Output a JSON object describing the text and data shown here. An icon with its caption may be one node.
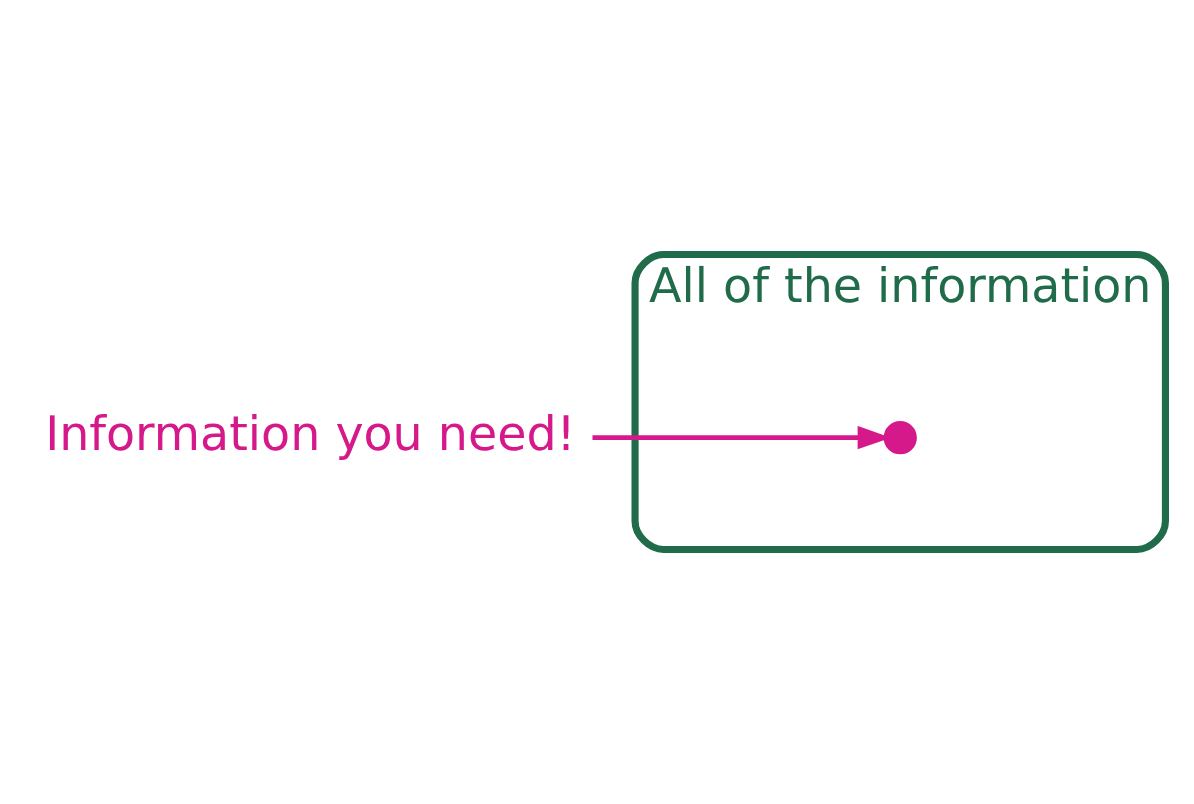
{
  "diagram": {
    "nodes": [
      {
        "text": [
          "All of the information"
        ]
      },
      {
        "text": [],
        "shape": "circle",
        "in": 0
      },
      {
        "text": [
          "Information you need!"
        ]
      }
    ],
    "edges": [
      {
        "from": 2,
        "to": 1,
        "arrow": "to",
        "color": "#d6198a"
      }
    ]
  }
}
